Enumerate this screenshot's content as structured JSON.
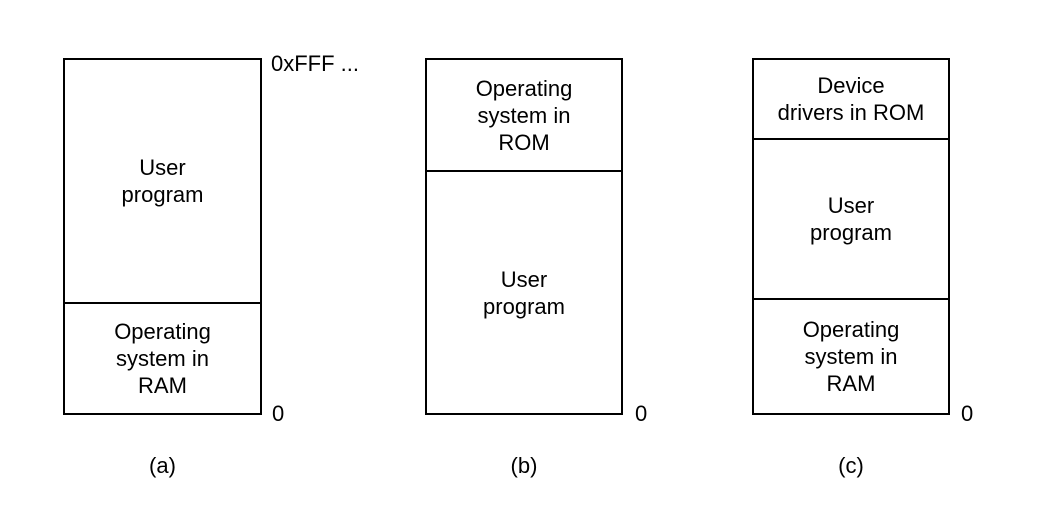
{
  "figure": {
    "background_color": "#ffffff",
    "line_color": "#000000",
    "description": "Three memory organization diagrams"
  },
  "diagrams": [
    {
      "caption": "(a)",
      "top_address": "0xFFF ...",
      "bottom_address": "0",
      "segments": [
        {
          "label": "User\nprogram"
        },
        {
          "label": "Operating\nsystem in\nRAM"
        }
      ]
    },
    {
      "caption": "(b)",
      "bottom_address": "0",
      "segments": [
        {
          "label": "Operating\nsystem in\nROM"
        },
        {
          "label": "User\nprogram"
        }
      ]
    },
    {
      "caption": "(c)",
      "bottom_address": "0",
      "segments": [
        {
          "label": "Device\ndrivers in ROM"
        },
        {
          "label": "User\nprogram"
        },
        {
          "label": "Operating\nsystem in\nRAM"
        }
      ]
    }
  ]
}
